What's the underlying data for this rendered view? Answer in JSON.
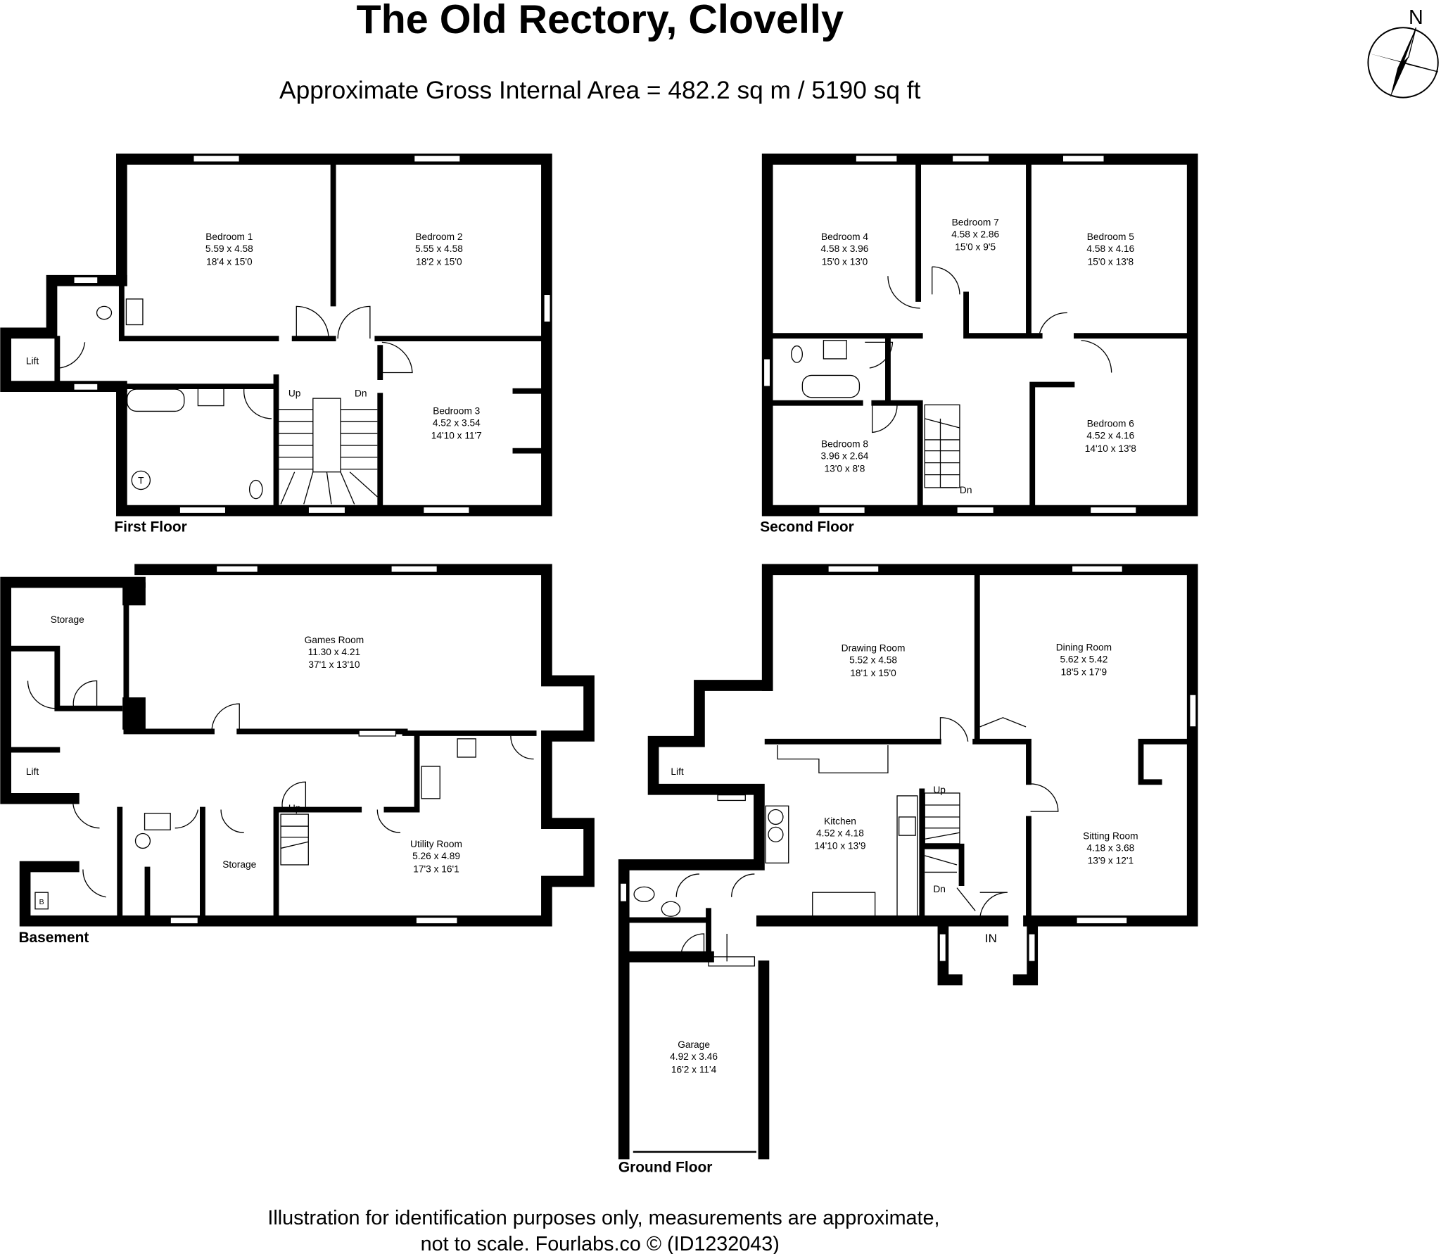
{
  "header": {
    "title": "The Old Rectory, Clovelly",
    "area": "Approximate Gross Internal Area = 482.2 sq m / 5190 sq ft",
    "compass_label": "N"
  },
  "first_floor": {
    "label": "First Floor",
    "rooms": [
      {
        "name": "Bedroom 1",
        "metric": "5.59 x 4.58",
        "imperial": "18'4 x 15'0"
      },
      {
        "name": "Bedroom 2",
        "metric": "5.55 x 4.58",
        "imperial": "18'2 x 15'0"
      },
      {
        "name": "Bedroom 3",
        "metric": "4.52 x 3.54",
        "imperial": "14'10 x 11'7"
      }
    ],
    "lift": "Lift",
    "up": "Up",
    "dn": "Dn",
    "tank": "T"
  },
  "second_floor": {
    "label": "Second Floor",
    "rooms": [
      {
        "name": "Bedroom 4",
        "metric": "4.58 x 3.96",
        "imperial": "15'0 x 13'0"
      },
      {
        "name": "Bedroom 7",
        "metric": "4.58 x 2.86",
        "imperial": "15'0 x 9'5"
      },
      {
        "name": "Bedroom 5",
        "metric": "4.58 x 4.16",
        "imperial": "15'0 x 13'8"
      },
      {
        "name": "Bedroom 6",
        "metric": "4.52 x 4.16",
        "imperial": "14'10 x 13'8"
      },
      {
        "name": "Bedroom 8",
        "metric": "3.96 x 2.64",
        "imperial": "13'0 x 8'8"
      }
    ],
    "dn": "Dn"
  },
  "basement": {
    "label": "Basement",
    "rooms": [
      {
        "name": "Games Room",
        "metric": "11.30 x 4.21",
        "imperial": "37'1 x 13'10"
      },
      {
        "name": "Utility Room",
        "metric": "5.26 x 4.89",
        "imperial": "17'3 x 16'1"
      }
    ],
    "storage": "Storage",
    "lift": "Lift",
    "up": "Up",
    "boiler": "B"
  },
  "ground_floor": {
    "label": "Ground Floor",
    "rooms": [
      {
        "name": "Drawing Room",
        "metric": "5.52 x 4.58",
        "imperial": "18'1 x 15'0"
      },
      {
        "name": "Dining Room",
        "metric": "5.62 x 5.42",
        "imperial": "18'5 x 17'9"
      },
      {
        "name": "Kitchen",
        "metric": "4.52 x 4.18",
        "imperial": "14'10 x 13'9"
      },
      {
        "name": "Sitting Room",
        "metric": "4.18 x 3.68",
        "imperial": "13'9 x 12'1"
      },
      {
        "name": "Garage",
        "metric": "4.92 x 3.46",
        "imperial": "16'2 x 11'4"
      }
    ],
    "lift": "Lift",
    "up": "Up",
    "dn": "Dn",
    "entrance": "IN"
  },
  "footer": {
    "line1": "Illustration for identification purposes only, measurements are approximate,",
    "line2": "not to scale. Fourlabs.co © (ID1232043)"
  }
}
